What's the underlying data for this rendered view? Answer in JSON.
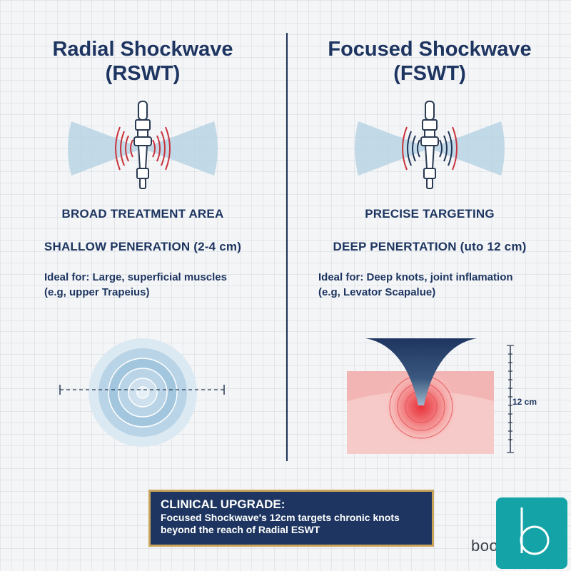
{
  "left": {
    "title_line1": "Radial Shockwave",
    "title_line2": "(RSWT)",
    "feature1": "BROAD TREATMENT AREA",
    "feature2": "SHALLOW PENERATION (2-4 cm)",
    "ideal_line1": "Ideal for: Large, superficial muscles",
    "ideal_line2": "(e.g, upper Trapeius)"
  },
  "right": {
    "title_line1": "Focused Shockwave",
    "title_line2": "(FSWT)",
    "feature1": "PRECISE TARGETING",
    "feature2": "DEEP PENERTATION (uto 12 cm)",
    "ideal_line1": "Ideal for: Deep knots, joint inflamation",
    "ideal_line2": "(e.g, Levator Scapalue)",
    "depth_label": "12 cm"
  },
  "banner": {
    "title": "CLINICAL UPGRADE:",
    "line1": "Focused Shockwave's 12cm targets chronic knots",
    "line2": "beyond the reach of Radial ESWT"
  },
  "brand": {
    "partial_text": "boo"
  },
  "colors": {
    "navy": "#1d3560",
    "wave_red": "#c8323c",
    "cone_blue": "#b8d3e4",
    "gold_border": "#c9a45c",
    "brand_teal": "#14a4a8",
    "tissue_pink": "#f3b5b3"
  },
  "icons": {
    "applicator": "shockwave-applicator-icon",
    "logo": "b-logo-mark"
  }
}
